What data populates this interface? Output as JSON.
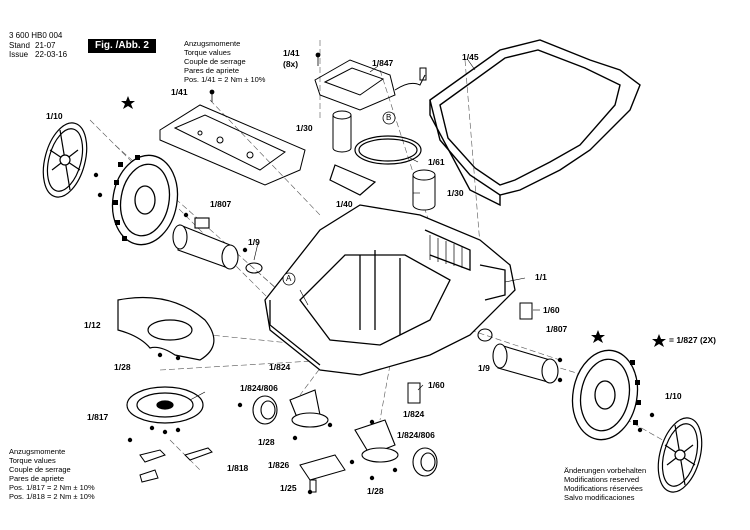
{
  "header": {
    "doc_number": "3 600 HB0 004",
    "stand_label": "Stand",
    "stand_value": "21-07",
    "issue_label": "Issue",
    "issue_value": "22-03-16",
    "figure_tag": "Fig. /Abb. 2"
  },
  "torque_top": {
    "lines": [
      "Anzugsmomente",
      "Torque values",
      "Couple de serrage",
      "Pares de apriete"
    ],
    "pos_line": "Pos.   1/41 = 2 Nm ± 10%"
  },
  "torque_bottom": {
    "lines": [
      "Anzugsmomente",
      "Torque values",
      "Couple de serrage",
      "Pares de apriete"
    ],
    "pos_lines": [
      "Pos. 1/817 = 2 Nm ± 10%",
      "Pos. 1/818 = 2 Nm ± 10%"
    ]
  },
  "modifications": [
    "Änderungen vorbehalten",
    "Modifications reserved",
    "Modifications réservées",
    "Salvo modificaciones"
  ],
  "star_note": "= 1/827 (2X)",
  "part_labels": {
    "p141_top": "1/41",
    "p141_qty": "(8x)",
    "p847": "1/847",
    "p145": "1/45",
    "p141_left": "1/41",
    "p130_a": "1/30",
    "p161": "1/61",
    "p130_b": "1/30",
    "p110_left": "1/10",
    "p807_left": "1/807",
    "p140": "1/40",
    "p19_left": "1/9",
    "p11": "1/1",
    "p160_a": "1/60",
    "p112": "1/12",
    "p807_right": "1/807",
    "p128_left": "1/28",
    "p19_right": "1/9",
    "p824_a": "1/824",
    "p824806_a": "1/824/806",
    "p160_b": "1/60",
    "p110_right": "1/10",
    "p817": "1/817",
    "p824_b": "1/824",
    "p824806_b": "1/824/806",
    "p128_mid": "1/28",
    "p818": "1/818",
    "p826": "1/826",
    "p125": "1/25",
    "p128_bottom": "1/28"
  },
  "callouts": {
    "a": "A",
    "b": "B"
  },
  "icons": {
    "star": "star-icon"
  }
}
